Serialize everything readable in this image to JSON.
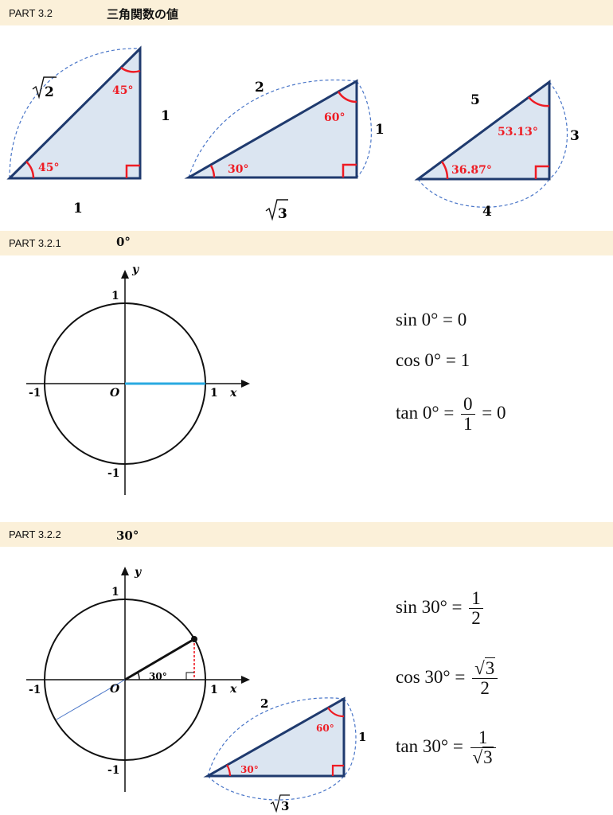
{
  "sections": [
    {
      "code": "PART 3.2",
      "title": "三角関数の値"
    },
    {
      "code": "PART 3.2.1",
      "title": "0°"
    },
    {
      "code": "PART 3.2.2",
      "title": "30°"
    }
  ],
  "special_triangles": {
    "t45": {
      "hyp": "2",
      "leg_vertical": "1",
      "leg_horizontal": "1",
      "angle_top": "45°",
      "angle_base": "45°"
    },
    "t30": {
      "hyp": "2",
      "leg_vertical": "1",
      "leg_horizontal": "3",
      "angle_top": "60°",
      "angle_base": "30°"
    },
    "t345": {
      "hyp": "5",
      "leg_vertical": "3",
      "leg_horizontal": "4",
      "angle_top": "53.13°",
      "angle_base": "36.87°"
    }
  },
  "circle_labels": {
    "x": "x",
    "y": "y",
    "origin": "O",
    "one": "1",
    "neg_one": "-1"
  },
  "unit_circle_30": {
    "angle": "30°"
  },
  "small_triangle": {
    "hyp": "2",
    "leg_vertical": "1",
    "leg_horizontal": "3",
    "angle_top": "60°",
    "angle_base": "30°"
  },
  "formulas_0": {
    "sin": {
      "fn": "sin",
      "arg": "0°",
      "rhs": "0"
    },
    "cos": {
      "fn": "cos",
      "arg": "0°",
      "rhs": "1"
    },
    "tan": {
      "fn": "tan",
      "arg": "0°",
      "num": "0",
      "den": "1",
      "rhs": "0"
    }
  },
  "formulas_30": {
    "sin": {
      "fn": "sin",
      "arg": "30°",
      "num": "1",
      "den": "2"
    },
    "cos": {
      "fn": "cos",
      "arg": "30°",
      "num": "3",
      "den": "2"
    },
    "tan": {
      "fn": "tan",
      "arg": "30°",
      "num": "1",
      "den": "3"
    }
  },
  "colors": {
    "triangle_stroke": "#1f3a6e",
    "triangle_fill": "#dbe5f1",
    "angle_mark": "#ee1c24",
    "guide_dash": "#4a76c8",
    "highlight": "#29aae1",
    "band": "#fbf0d9"
  }
}
